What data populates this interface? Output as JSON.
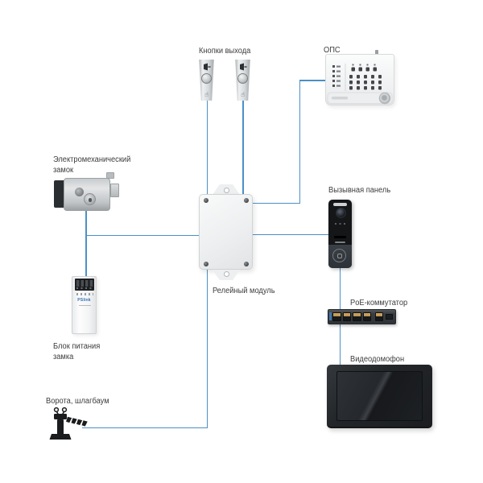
{
  "colors": {
    "wire": "#4b90c6",
    "label": "#3c3c3c",
    "background": "#ffffff"
  },
  "nodes": {
    "exit_buttons": {
      "label": "Кнопки выхода",
      "count": 2
    },
    "ops": {
      "label": "ОПС"
    },
    "lock": {
      "label_line1": "Электромеханический",
      "label_line2": "замок"
    },
    "call_panel": {
      "label": "Вызывная панель"
    },
    "relay": {
      "label": "Релейный модуль"
    },
    "psu": {
      "label_line1": "Блок питания",
      "label_line2": "замка",
      "brand": "PSlink"
    },
    "poe_switch": {
      "label": "PoE-коммутатор"
    },
    "intercom": {
      "label": "Видеодомофон"
    },
    "gate": {
      "label": "Ворота, шлагбаум"
    }
  },
  "connections": [
    {
      "from": "exit-button-left",
      "to": "relay-module"
    },
    {
      "from": "exit-button-right",
      "to": "relay-module"
    },
    {
      "from": "ops-panel",
      "to": "relay-module"
    },
    {
      "from": "call-panel",
      "to": "relay-module"
    },
    {
      "from": "electromechanical-lock",
      "to": "relay-module"
    },
    {
      "from": "lock-power-supply",
      "to": "electromechanical-lock"
    },
    {
      "from": "gate-barrier",
      "to": "relay-module"
    },
    {
      "from": "call-panel",
      "to": "poe-switch"
    },
    {
      "from": "poe-switch",
      "to": "video-intercom"
    }
  ]
}
